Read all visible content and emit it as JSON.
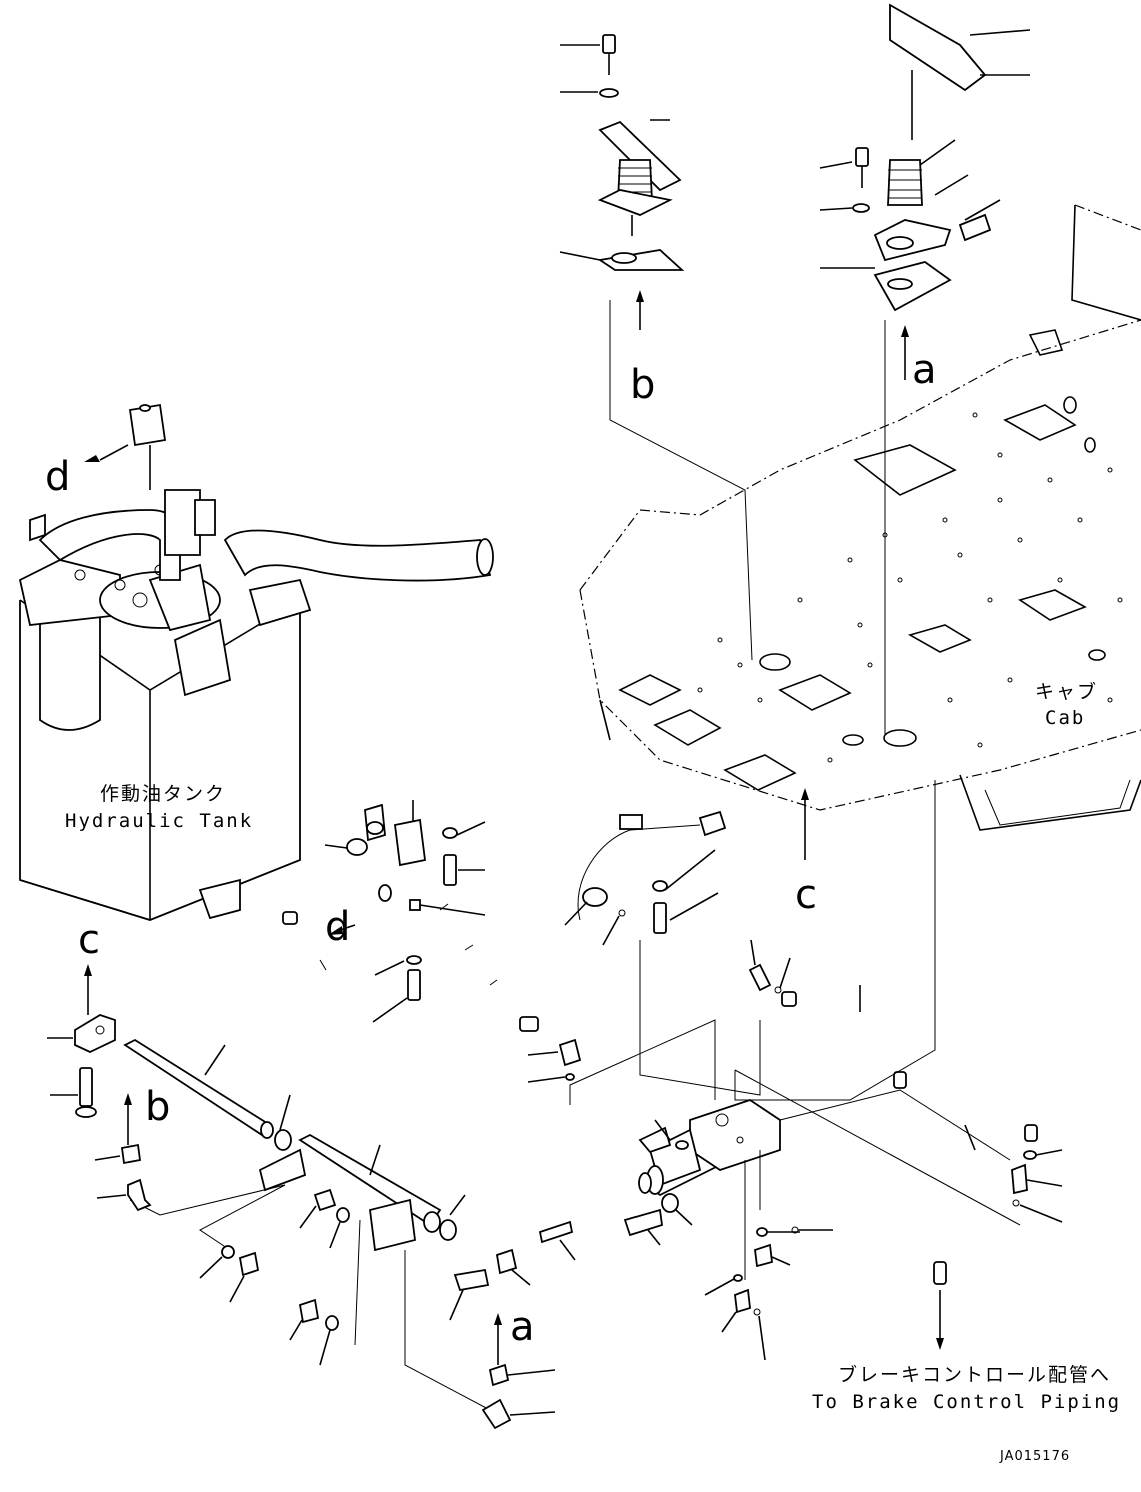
{
  "labels": {
    "letter_a": "a",
    "letter_b": "b",
    "letter_c": "c",
    "letter_d": "d"
  },
  "captions": {
    "tank_jp": "作動油タンク",
    "tank_en": "Hydraulic Tank",
    "cab_jp": "キャブ",
    "cab_en": "Cab",
    "brake_jp": "ブレーキコントロール配管へ",
    "brake_en": "To Brake Control Piping"
  },
  "drawing_code": "JA015176"
}
